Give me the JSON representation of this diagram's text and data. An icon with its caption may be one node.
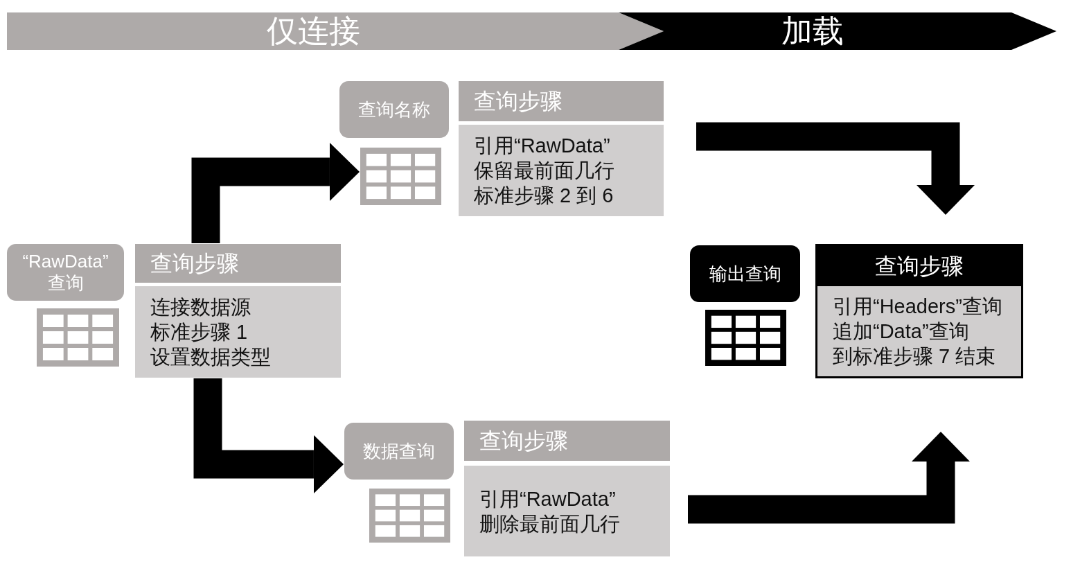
{
  "diagram": {
    "nodes": [
      {
        "text": [
          "仅连接"
        ]
      },
      {
        "text": [
          "加载"
        ]
      },
      {
        "text": [
          "“RawData” 查询"
        ]
      },
      {
        "text": [
          "查询步骤",
          "连接数据源",
          "标准步骤 1",
          "设置数据类型"
        ]
      },
      {
        "text": [
          "查询名称"
        ]
      },
      {
        "text": [],
        "shape": "picture"
      },
      {
        "text": [
          "查询步骤",
          "引用“RawData”",
          "保留最前面几行",
          "标准步骤 2 到 6"
        ]
      },
      {
        "text": [
          "数据查询"
        ]
      },
      {
        "text": [
          "查询步骤",
          "引用“RawData”",
          "删除最前面几行"
        ]
      },
      {
        "text": [
          "输出查询"
        ]
      },
      {
        "text": [
          "查询步骤",
          "引用“Headers”查询",
          "追加“Data”查询",
          "到标准步骤 7 结束"
        ]
      }
    ],
    "edges": [
      {
        "from": 3,
        "to": 5,
        "arrow": "to"
      },
      {
        "from": 3,
        "to": 7,
        "arrow": "to"
      },
      {
        "from": 6,
        "to": 10,
        "arrow": "to"
      },
      {
        "from": 8,
        "to": 10,
        "arrow": "to"
      }
    ]
  }
}
